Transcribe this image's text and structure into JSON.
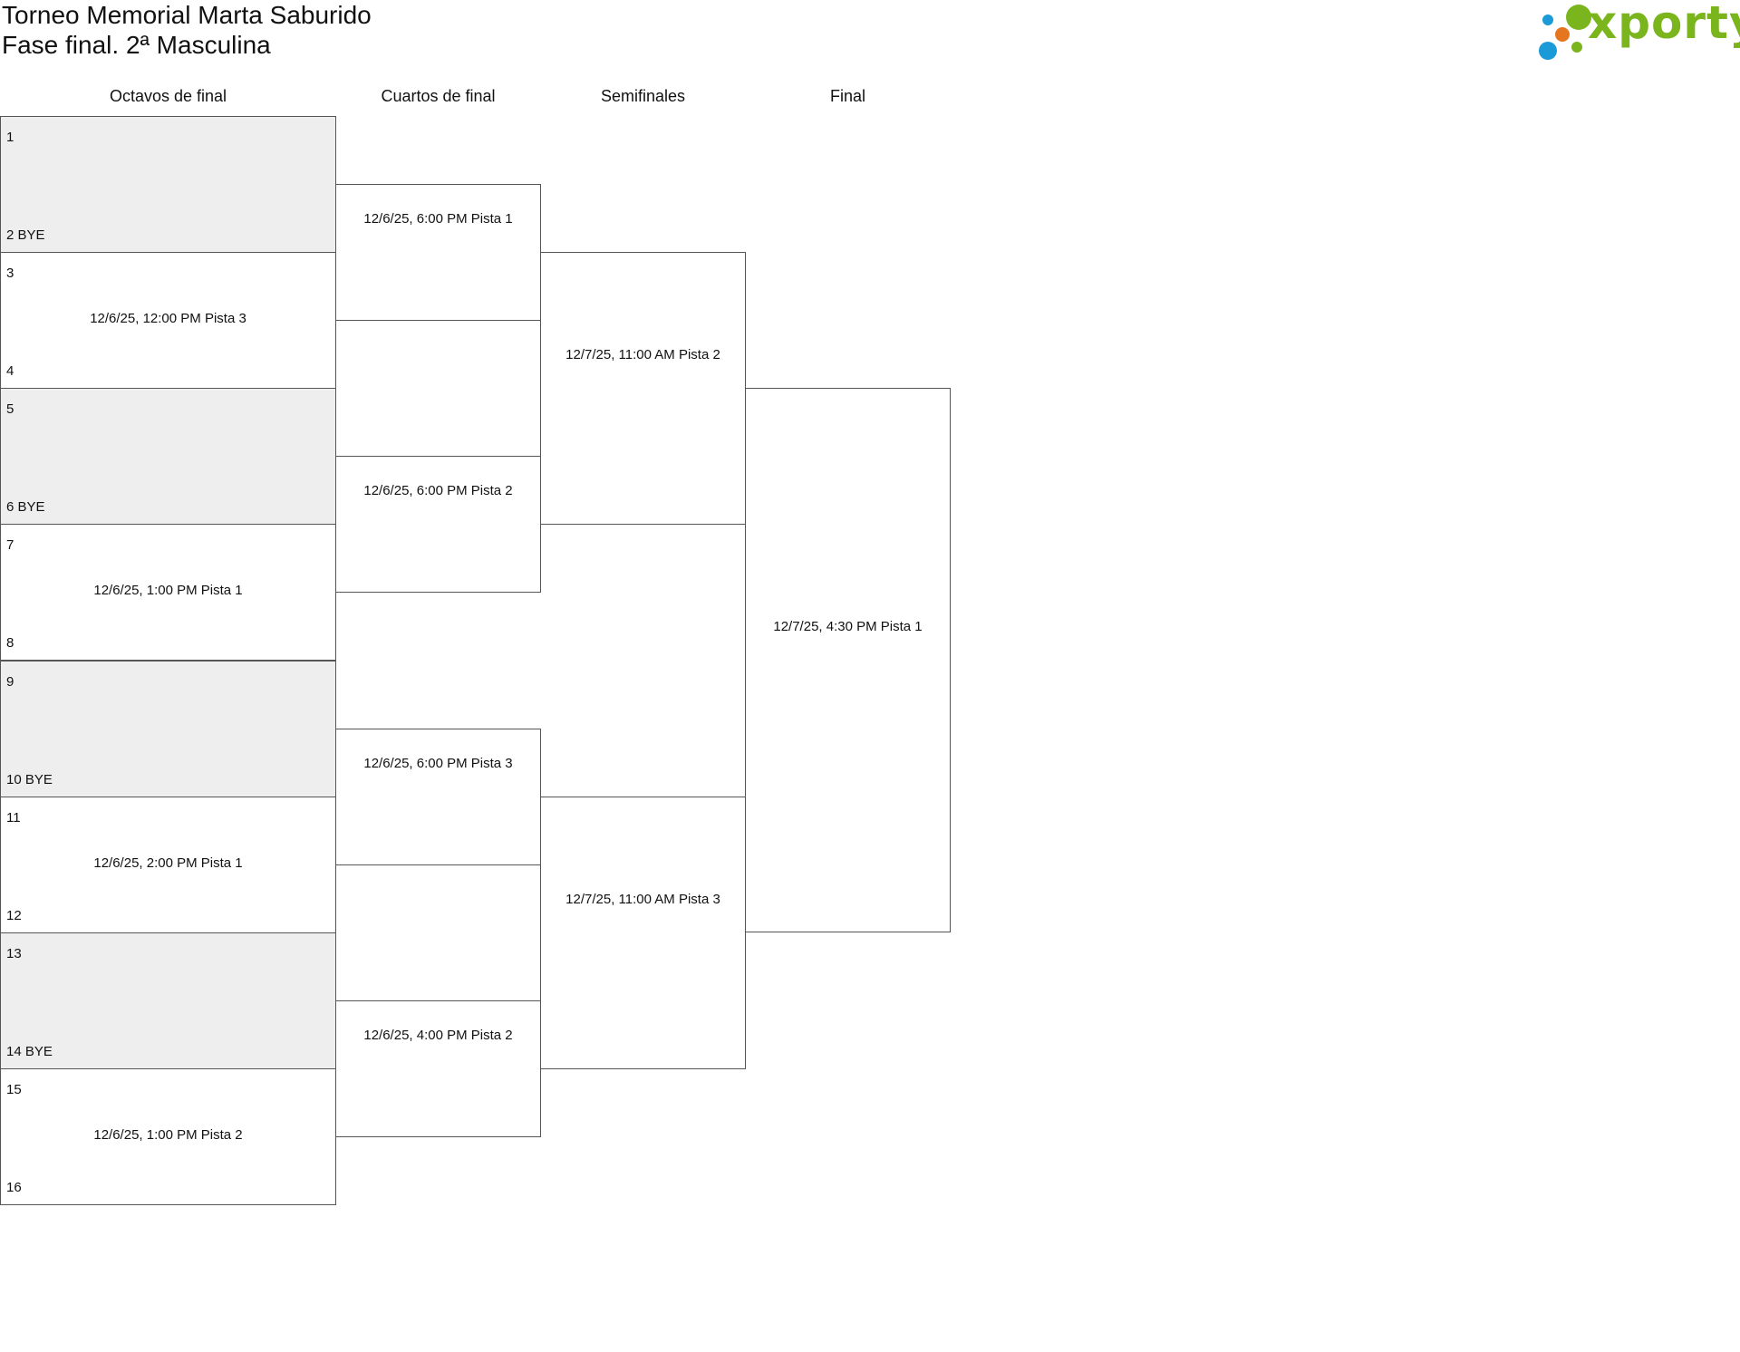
{
  "header": {
    "title": "Torneo Memorial Marta Saburido",
    "subtitle": "Fase final. 2ª Masculina",
    "logo_text": "xporty"
  },
  "colors": {
    "logo_green": "#7ab51d",
    "logo_blue": "#1a9ad6",
    "logo_orange": "#e5761f",
    "bye_shade": "#eeeeee"
  },
  "rounds": [
    "Octavos de final",
    "Cuartos de final",
    "Semifinales",
    "Final"
  ],
  "round_of_16": [
    {
      "top": "1",
      "bottom": "2  BYE",
      "schedule": ""
    },
    {
      "top": "3",
      "bottom": "4",
      "schedule": "12/6/25, 12:00 PM Pista 3"
    },
    {
      "top": "5",
      "bottom": "6  BYE",
      "schedule": ""
    },
    {
      "top": "7",
      "bottom": "8",
      "schedule": "12/6/25, 1:00 PM Pista 1"
    },
    {
      "top": "9",
      "bottom": "10  BYE",
      "schedule": ""
    },
    {
      "top": "11",
      "bottom": "12",
      "schedule": "12/6/25, 2:00 PM Pista 1"
    },
    {
      "top": "13",
      "bottom": "14  BYE",
      "schedule": ""
    },
    {
      "top": "15",
      "bottom": "16",
      "schedule": "12/6/25, 1:00 PM Pista 2"
    }
  ],
  "quarterfinals": [
    {
      "schedule": "12/6/25, 6:00 PM Pista 1"
    },
    {
      "schedule": "12/6/25, 6:00 PM Pista 2"
    },
    {
      "schedule": "12/6/25, 6:00 PM Pista 3"
    },
    {
      "schedule": "12/6/25, 4:00 PM Pista 2"
    }
  ],
  "semifinals": [
    {
      "schedule": "12/7/25, 11:00 AM Pista 2"
    },
    {
      "schedule": "12/7/25, 11:00 AM Pista 3"
    }
  ],
  "final": {
    "schedule": "12/7/25, 4:30 PM Pista 1"
  }
}
